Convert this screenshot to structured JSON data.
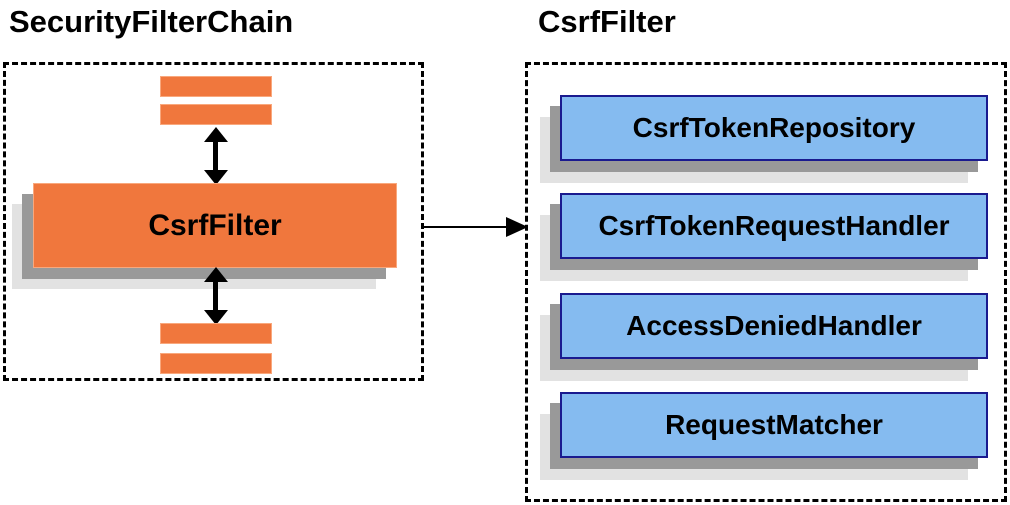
{
  "titles": {
    "left": "SecurityFilterChain",
    "right": "CsrfFilter"
  },
  "security_filter_chain": {
    "filter_box_label": "CsrfFilter",
    "filter_bars_top_count": 2,
    "filter_bars_bottom_count": 2
  },
  "csrf_filter_panel": {
    "components": [
      "CsrfTokenRepository",
      "CsrfTokenRequestHandler",
      "AccessDeniedHandler",
      "RequestMatcher"
    ]
  },
  "colors": {
    "filter_orange": "#F0773D",
    "filter_orange_border": "#F9A87D",
    "component_blue": "#85BBF0",
    "component_blue_border": "#1A1A8F",
    "shadow_dark": "#999999",
    "shadow_light": "#E2E2E2",
    "outline_black": "#000000",
    "background": "#FFFFFF"
  }
}
